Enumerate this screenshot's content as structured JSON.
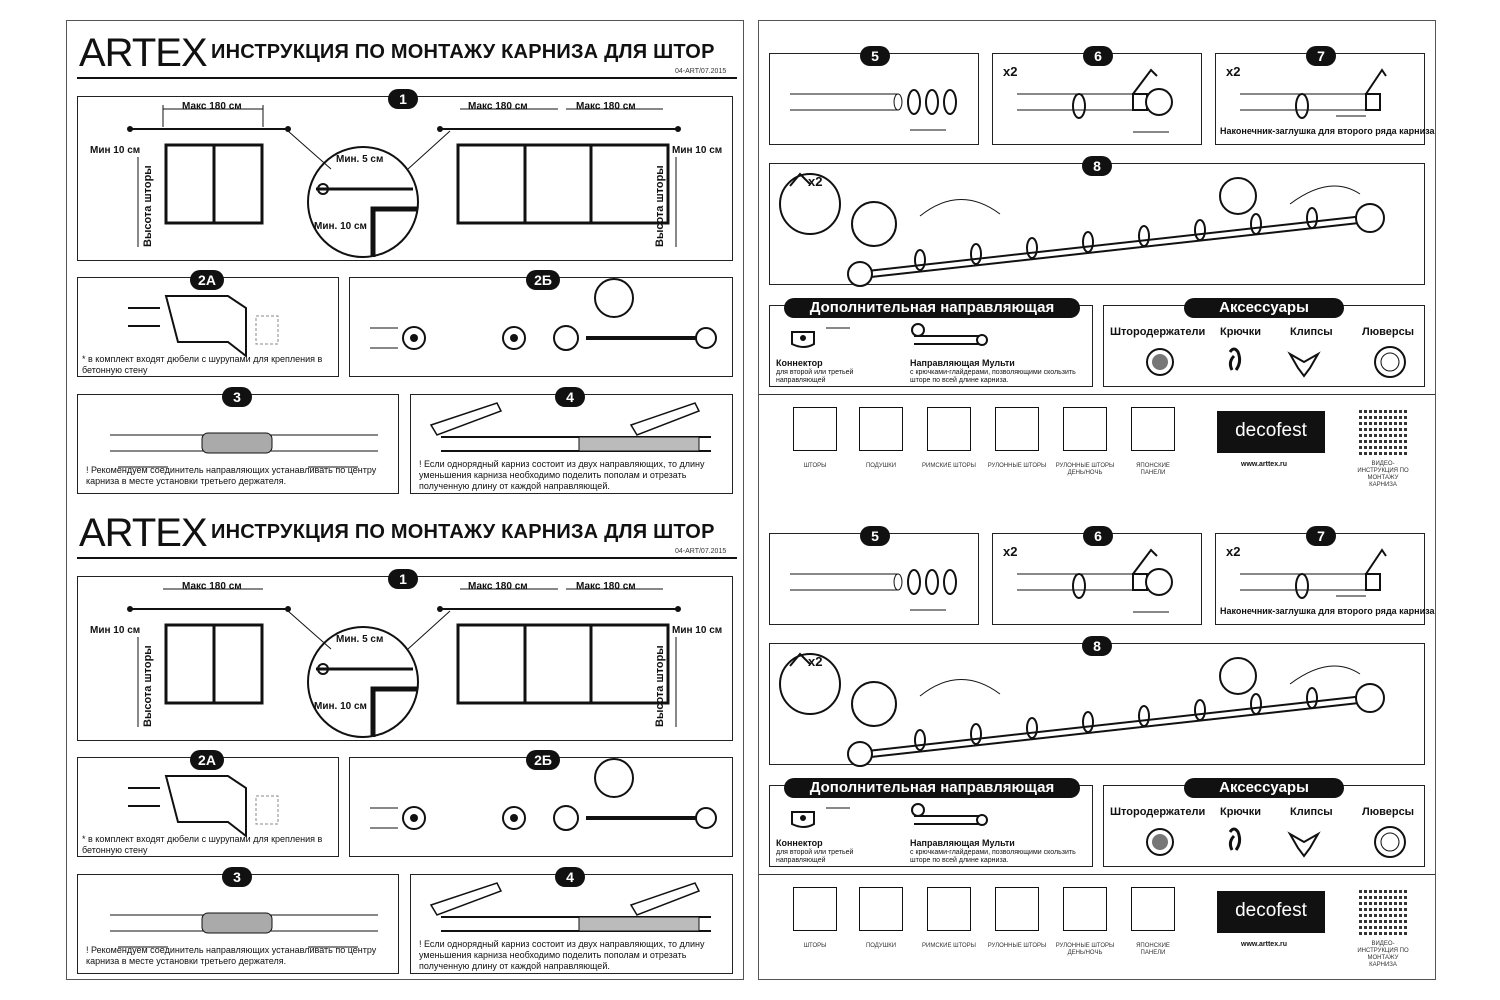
{
  "left": {
    "logo": "ARTEX",
    "title": "ИНСТРУКЦИЯ ПО МОНТАЖУ КАРНИЗА ДЛЯ ШТОР",
    "code": "04-ART/07.2015",
    "step1": {
      "num": "1",
      "max1": "Макс 180 см",
      "max2": "Макс 180 см",
      "max3": "Макс 180 см",
      "min_left": "Мин 10 см",
      "min_right": "Мин 10 см",
      "height_left": "Высота шторы",
      "height_right": "Высота шторы",
      "min5": "Мин. 5 см",
      "min10": "Мин. 10 см"
    },
    "step2a": {
      "num": "2А",
      "note": "* в комплект входят дюбели с шурупами для крепления в бетонную стену"
    },
    "step2b": {
      "num": "2Б"
    },
    "step3": {
      "num": "3",
      "note": "! Рекомендуем соединитель направляющих устанавливать по центру карниза в месте установки третьего держателя."
    },
    "step4": {
      "num": "4",
      "note": "! Если однорядный карниз состоит из двух направляющих, то длину уменьшения карниза необходимо поделить пополам и отрезать полученную длину от каждой направляющей."
    }
  },
  "right": {
    "step5": {
      "num": "5"
    },
    "step6": {
      "num": "6",
      "mult": "x2"
    },
    "step7": {
      "num": "7",
      "mult": "x2",
      "note": "Наконечник-заглушка для второго ряда карниза"
    },
    "step8": {
      "num": "8",
      "mult": "x2"
    },
    "extra": {
      "title": "Дополнительная направляющая",
      "connector": "Коннектор",
      "connector_desc": "для второй или третьей направляющей",
      "multi": "Направляющая Мульти",
      "multi_desc": "с крючками-глайдерами, позволяющими скользить шторе по всей длине карниза."
    },
    "accessories": {
      "title": "Аксессуары",
      "items": [
        "Штородержатели",
        "Крючки",
        "Клипсы",
        "Люверсы"
      ]
    },
    "products": [
      "ШТОРЫ",
      "ПОДУШКИ",
      "РИМСКИЕ ШТОРЫ",
      "РУЛОННЫЕ ШТОРЫ",
      "РУЛОННЫЕ ШТОРЫ ДЕНЬ/НОЧЬ",
      "ЯПОНСКИЕ ПАНЕЛИ"
    ],
    "brand": "decofest",
    "url": "www.arttex.ru",
    "video": "ВИДЕО-ИНСТРУКЦИЯ ПО МОНТАЖУ КАРНИЗА"
  }
}
